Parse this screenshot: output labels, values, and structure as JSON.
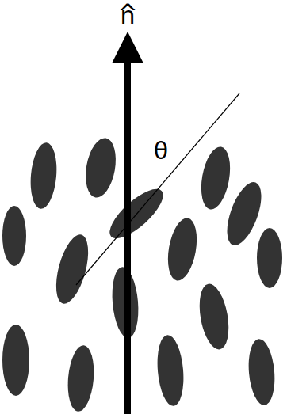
{
  "diagram": {
    "labels": [
      "^",
      "n",
      "θ"
    ]
  }
}
